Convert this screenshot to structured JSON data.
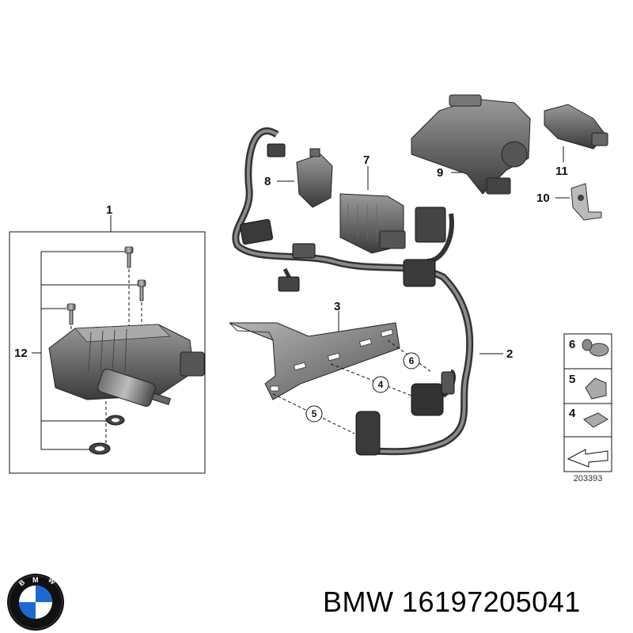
{
  "callouts": [
    "1",
    "2",
    "3",
    "4",
    "5",
    "6",
    "7",
    "8",
    "9",
    "10",
    "11",
    "12"
  ],
  "circled_callouts": [
    "4",
    "5",
    "6"
  ],
  "legend": {
    "items": [
      "6",
      "5",
      "4"
    ],
    "ref_number": "203393"
  },
  "caption": {
    "brand": "BMW",
    "part_number": "16197205041"
  },
  "logo": {
    "letters": "BMW",
    "colors": {
      "blue": "#1c69d4",
      "white": "#ffffff",
      "ring": "#111111"
    }
  }
}
